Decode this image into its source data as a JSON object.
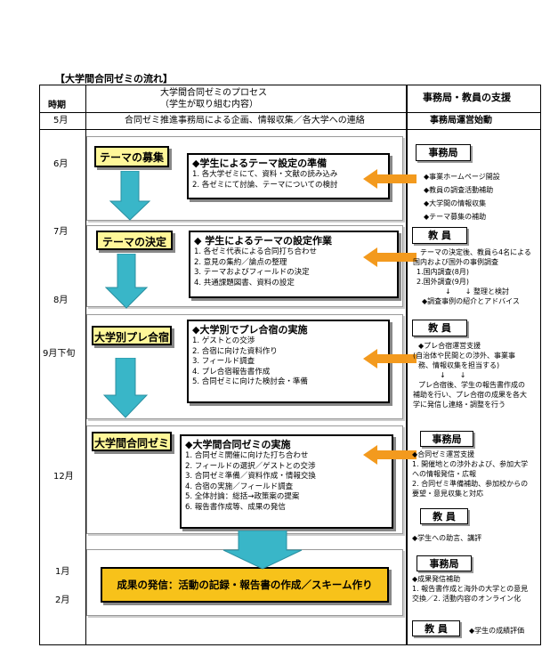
{
  "title": "【大学間合同ゼミの流れ】",
  "header": {
    "period": "時期",
    "process_line1": "大学間合同ゼミのプロセス",
    "process_line2": "（学生が取り組む内容）",
    "support": "事務局・教員の支援"
  },
  "row_may": {
    "month": "5月",
    "process": "合同ゼミ推進事務局による企画、情報収集／各大学への連絡",
    "support": "事務局運営始動"
  },
  "months": {
    "june": "6月",
    "july": "7月",
    "august": "8月",
    "september": "9月下旬",
    "december": "12月",
    "january": "1月",
    "february": "2月"
  },
  "stage1": {
    "label": "テーマの募集",
    "title": "◆学生によるテーマ設定の準備",
    "items": [
      "1. 各大学ゼミにて、資料・文献の読み込み",
      "2. 各ゼミにて討論、テーマについての検討"
    ],
    "support_title": "事務局",
    "support_items": [
      "◆事業ホームページ開設",
      "◆教員の調査活動補助",
      "◆大学間の情報収集",
      "◆テーマ募集の補助"
    ]
  },
  "stage2": {
    "label": "テーマの決定",
    "title": "◆ 学生によるテーマの設定作業",
    "items": [
      "1. 各ゼミ代表による合同打ち合わせ",
      "2. 意見の集約／論点の整理",
      "3. テーマおよびフィールドの決定",
      "4. 共通課題図書、資料の設定"
    ],
    "support_title": "教 員",
    "support_items": [
      "テーマの決定後、教員ら4名による",
      "国内および国外の事例調査",
      "1.国内調査(8月)",
      "2.国外調査(9月)",
      "↓　　↓ 整理と検討",
      "◆調査事例の紹介とアドバイス"
    ]
  },
  "stage3": {
    "label": "大学別プレ合宿",
    "title": "◆大学別でプレ合宿の実施",
    "items": [
      "1. ゲストとの交渉",
      "2. 合宿に向けた資料作り",
      "3. フィールド調査",
      "4. プレ合宿報告書作成",
      "5. 合同ゼミに向けた検討会・準備"
    ],
    "support_items": [
      "◆プレ合宿運営支援",
      "(自治体や民間との渉外、事業事",
      "務、情報収集を担当する)",
      "↓　　↓",
      "プレ合宿後、学生の報告書作成の",
      "補助を行い、プレ合宿の成果を各大",
      "学に発信し連絡・調整を行う"
    ]
  },
  "stage4": {
    "label": "大学間合同ゼミ",
    "title": "◆大学間合同ゼミの実施",
    "items": [
      "1. 合同ゼミ開催に向けた打ち合わせ",
      "2. フィールドの選択／ゲストとの交渉",
      "3. 合同ゼミ準備／資料作成・情報交換",
      "4. 合宿の実施／フィールド調査",
      "5. 全体討論：総括→政策案の提案",
      "6. 報告書作成等、成果の発信"
    ],
    "support_title": "事務局",
    "support_items": [
      "◆合同ゼミ運営支援",
      "1. 開催地との渉外および、参加大学",
      "への情報発信・広報",
      "2. 合同ゼミ準備補助、参加校からの",
      "要望・意見収集と対応"
    ],
    "support_title2": "教 員",
    "support_items2": [
      "◆学生への助言、講評"
    ]
  },
  "stage5": {
    "final": "成果の発信：活動の記録・報告書の作成／スキーム作り",
    "support_title": "事務局",
    "support_items": [
      "◆成果発信補助",
      "1. 報告書作成と海外の大学との意見",
      "交換／2. 活動内容のオンライン化"
    ],
    "support_title2": "教 員",
    "support_item2": "◆学生の成績評価"
  },
  "colors": {
    "yellow": "#fff799",
    "arrow_blue": "#39b6c8",
    "arrow_orange": "#f39a1e",
    "final_fill": "#f7c21a"
  }
}
